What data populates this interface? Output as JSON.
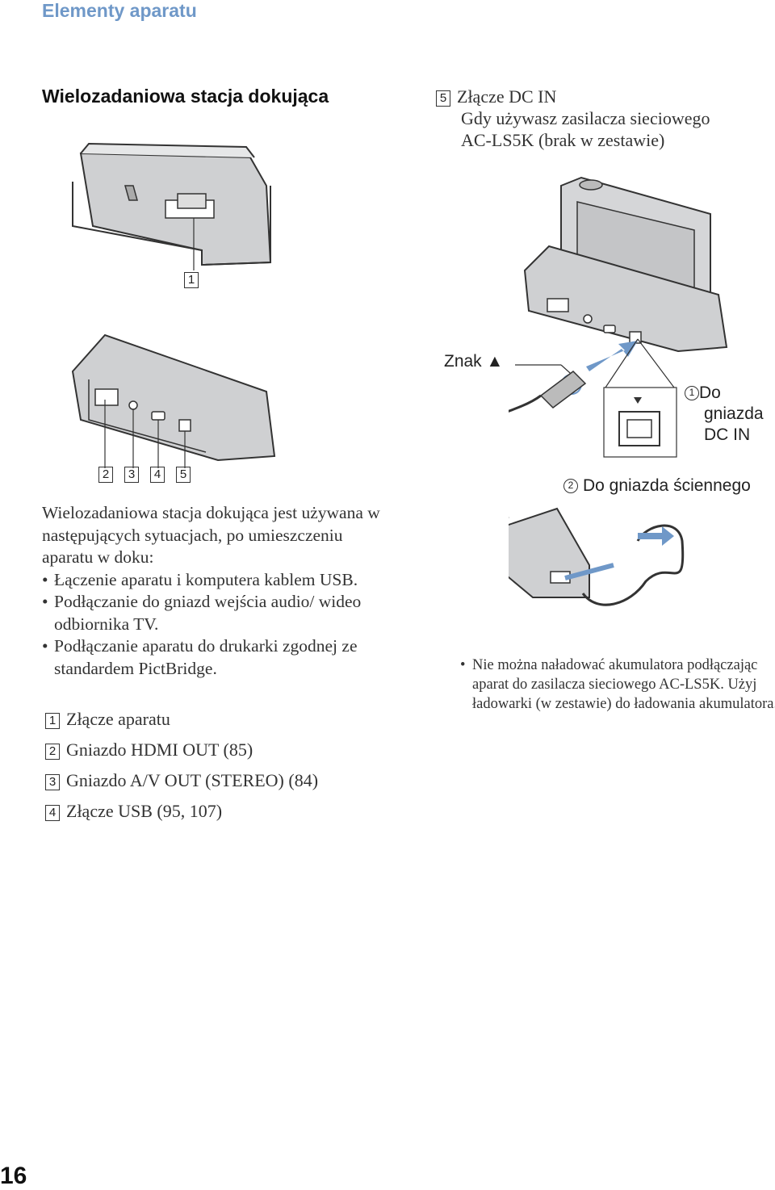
{
  "header": {
    "title": "Elementy aparatu"
  },
  "dock": {
    "title": "Wielozadaniowa stacja dokująca",
    "top_callout": "1",
    "bottom_callouts": [
      "2",
      "3",
      "4",
      "5"
    ],
    "intro": "Wielozadaniowa stacja dokująca jest używana w następujących sytuacjach, po umieszczeniu aparatu w doku:",
    "bullets": [
      "Łączenie aparatu i komputera kablem USB.",
      "Podłączanie do gniazd wejścia audio/ wideo odbiornika TV.",
      "Podłączanie aparatu do drukarki zgodnej ze standardem PictBridge."
    ],
    "legend": [
      {
        "num": "1",
        "text": "Złącze aparatu"
      },
      {
        "num": "2",
        "text": "Gniazdo HDMI OUT (85)"
      },
      {
        "num": "3",
        "text": "Gniazdo A/V OUT (STEREO) (84)"
      },
      {
        "num": "4",
        "text": "Złącze USB (95, 107)"
      }
    ]
  },
  "dcin": {
    "num": "5",
    "title": "Złącze DC IN",
    "line2": "Gdy używasz zasilacza sieciowego",
    "line3": "AC-LS5K (brak w zestawie)",
    "mark_label": "Znak ▲",
    "callout1_num": "1",
    "callout1_lines": [
      "Do",
      "gniazda",
      "DC IN"
    ],
    "callout2_num": "2",
    "callout2_text": "Do gniazda ściennego",
    "note": "Nie można naładować akumulatora podłączając aparat do zasilacza sieciowego AC-LS5K. Użyj ładowarki (w zestawie) do ładowania akumulatora."
  },
  "colors": {
    "header": "#6f98c8",
    "arrow": "#6f98c8",
    "device": "#c9cacc"
  },
  "page_number": "16"
}
